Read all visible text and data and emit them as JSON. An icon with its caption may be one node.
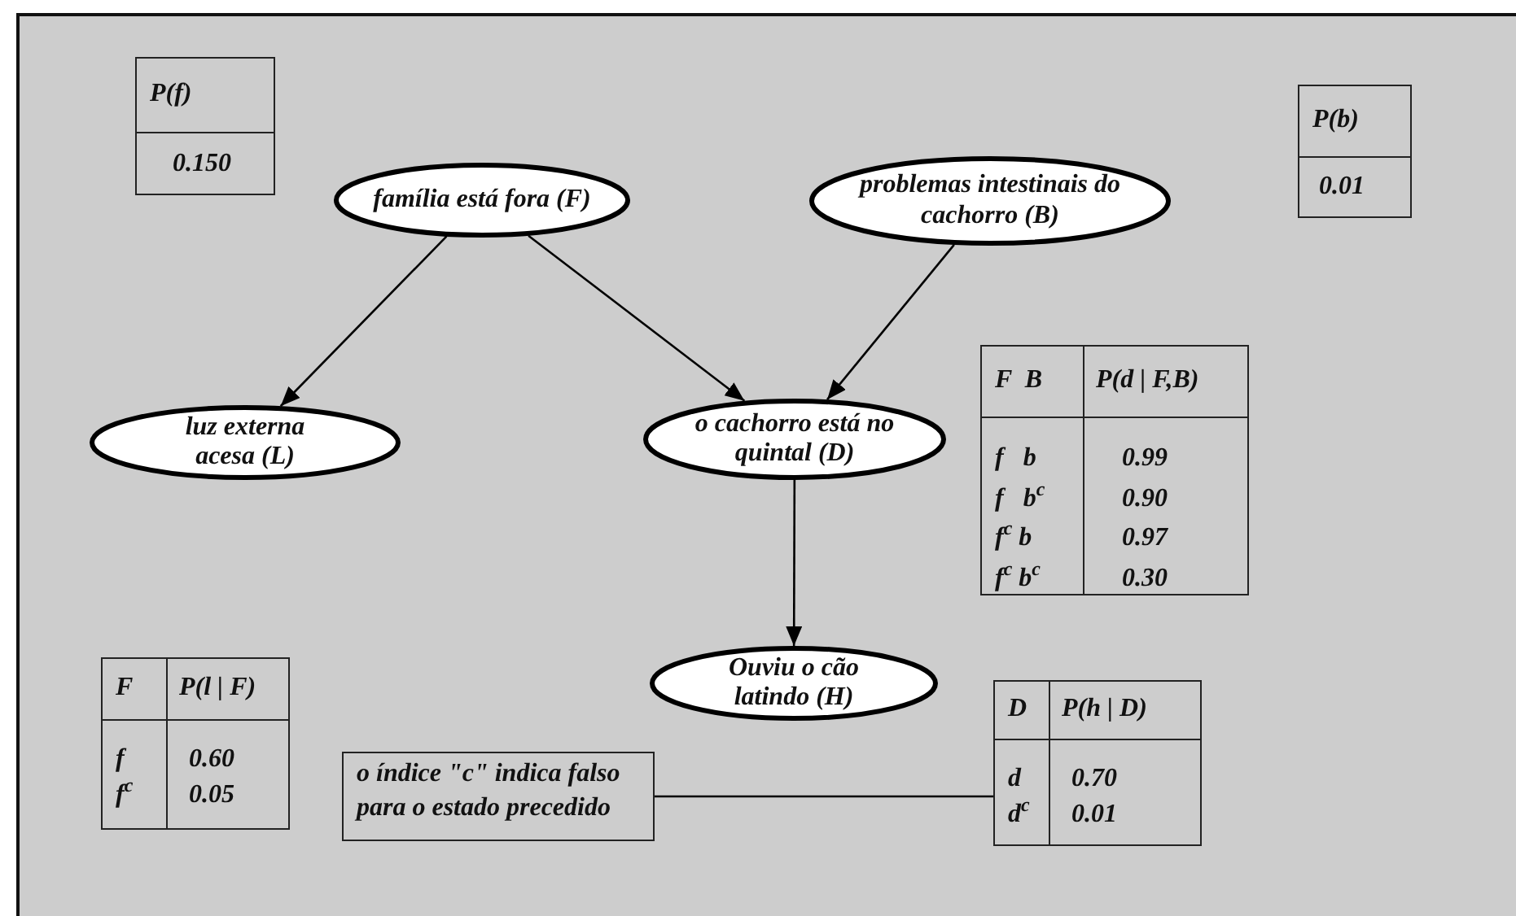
{
  "diagram": {
    "nodes": [
      {
        "text": [
          "P(f)",
          "0.150"
        ]
      },
      {
        "text": [
          "família está fora (F)"
        ]
      },
      {
        "text": [
          "problemas intestinais do cachorro (B)"
        ]
      },
      {
        "text": [
          "P(b)",
          "0.01"
        ]
      },
      {
        "text": [
          "luz externa acesa (L)"
        ]
      },
      {
        "text": [
          "o cachorro está no quintal (D)"
        ]
      },
      {
        "text": [
          "F  B",
          "P(d | F,B)",
          "f   b",
          "0.99",
          "f   b$^{c}$",
          "0.90",
          "f$^{c}$ b",
          "0.97",
          "f$^{c}$ b$^{c}$",
          "0.30"
        ]
      },
      {
        "text": [
          "Ouviu o cão latindo (H)"
        ]
      },
      {
        "text": [
          "F",
          "P(l | F)",
          "f",
          "0.60",
          "f$^{c}$",
          "0.05"
        ]
      },
      {
        "text": [
          "o índice \"c\" indica falso para o estado precedido"
        ]
      },
      {
        "text": [
          "D",
          "P(h | D)",
          "d",
          "0.70",
          "d$^{c}$",
          "0.01"
        ]
      }
    ],
    "edges": [
      {
        "from": 1,
        "to": 4,
        "arrow": "to"
      },
      {
        "from": 1,
        "to": 5,
        "arrow": "to"
      },
      {
        "from": 2,
        "to": 5,
        "arrow": "to"
      },
      {
        "from": 5,
        "to": 7,
        "arrow": "to"
      },
      {
        "from": 9,
        "to": 10,
        "arrow": "none"
      }
    ]
  }
}
